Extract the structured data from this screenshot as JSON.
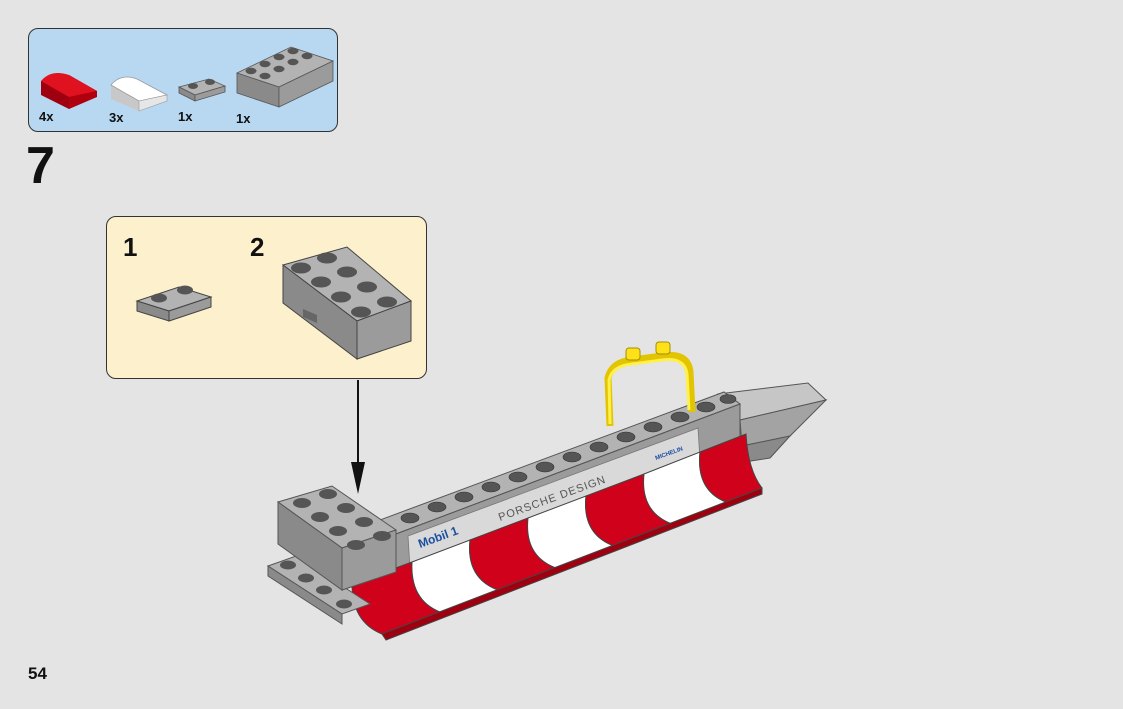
{
  "parts_list": {
    "items": [
      {
        "name": "red curved slope",
        "qty": "4x",
        "color": "#d0021b"
      },
      {
        "name": "white curved slope",
        "qty": "3x",
        "color": "#ffffff"
      },
      {
        "name": "gray plate 1x2",
        "qty": "1x",
        "color": "#9a9a9a"
      },
      {
        "name": "gray brick 2x4",
        "qty": "1x",
        "color": "#9a9a9a"
      }
    ]
  },
  "step": {
    "number": "7"
  },
  "substeps": [
    {
      "number": "1"
    },
    {
      "number": "2"
    }
  ],
  "stickers": {
    "sponsor_left": "Mobil 1",
    "brand_center": "PORSCHE DESIGN",
    "sponsor_right": "MICHELIN"
  },
  "page": {
    "number": "54"
  },
  "colors": {
    "background": "#e4e4e4",
    "parts_panel": "#b8d7f1",
    "substep_panel": "#fdf0cc",
    "brick_gray": "#9a9a9a",
    "red": "#d0021b",
    "yellow": "#ffe11a"
  }
}
